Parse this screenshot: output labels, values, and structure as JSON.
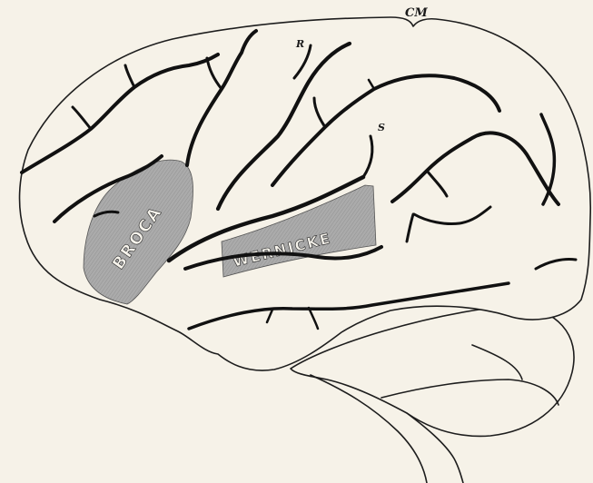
{
  "figure": {
    "regions": [
      {
        "id": "broca",
        "label": "BROCA",
        "fill": "#a7a7a7"
      },
      {
        "id": "wernicke",
        "label": "WERNICKE",
        "fill": "#ababab"
      }
    ],
    "markers": [
      {
        "id": "cm",
        "label": "CM"
      },
      {
        "id": "r",
        "label": "R"
      },
      {
        "id": "s",
        "label": "S"
      }
    ],
    "colors": {
      "paper": "#f6f2e8",
      "ink": "#111111"
    }
  }
}
